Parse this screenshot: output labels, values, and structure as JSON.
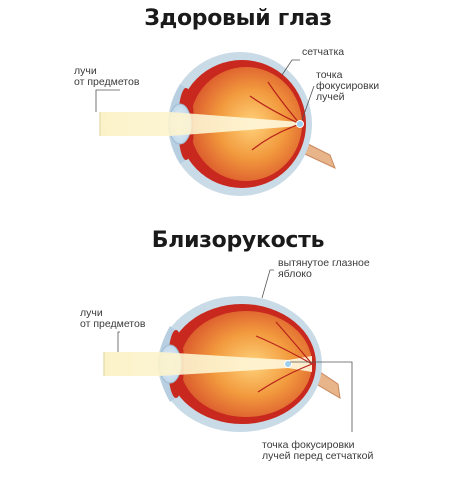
{
  "healthy": {
    "title": "Здоровый глаз",
    "label_rays": "лучи\nот предметов",
    "label_retina": "сетчатка",
    "label_focus": "точка\nфокусировки\nлучей"
  },
  "myopia": {
    "title": "Близорукость",
    "label_elongated": "вытянутое глазное\nяблоко",
    "label_rays": "лучи\nот предметов",
    "label_focus": "точка фокусировки\nлучей перед сетчаткой"
  },
  "colors": {
    "sclera": "#c9dbe6",
    "eye_red": "#c8281e",
    "eye_inner": "#f0a050",
    "ray": "#fbf3c8",
    "focus": "#9fd0f0",
    "leader": "#555555"
  }
}
